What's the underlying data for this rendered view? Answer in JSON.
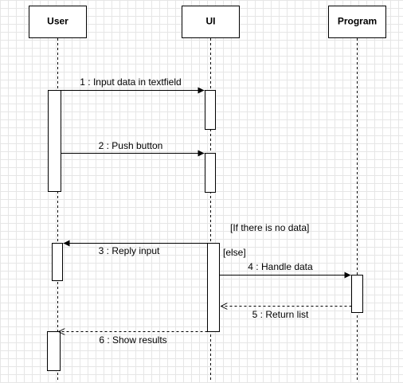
{
  "participants": {
    "user": {
      "name": "User"
    },
    "ui": {
      "name": "UI"
    },
    "program": {
      "name": "Program"
    }
  },
  "messages": [
    {
      "label": "1 : Input data in textfield",
      "from": "user",
      "to": "ui",
      "style": "sync"
    },
    {
      "label": "2 : Push button",
      "from": "user",
      "to": "ui",
      "style": "sync"
    },
    {
      "label": "3 : Reply input",
      "from": "ui",
      "to": "user",
      "style": "sync"
    },
    {
      "label": "4 : Handle data",
      "from": "ui",
      "to": "program",
      "style": "sync"
    },
    {
      "label": "5 : Return list",
      "from": "program",
      "to": "ui",
      "style": "return"
    },
    {
      "label": "6 : Show results",
      "from": "ui",
      "to": "user",
      "style": "return"
    }
  ],
  "guards": {
    "if_no_data": "[If there is no data]",
    "else": "[else]"
  }
}
